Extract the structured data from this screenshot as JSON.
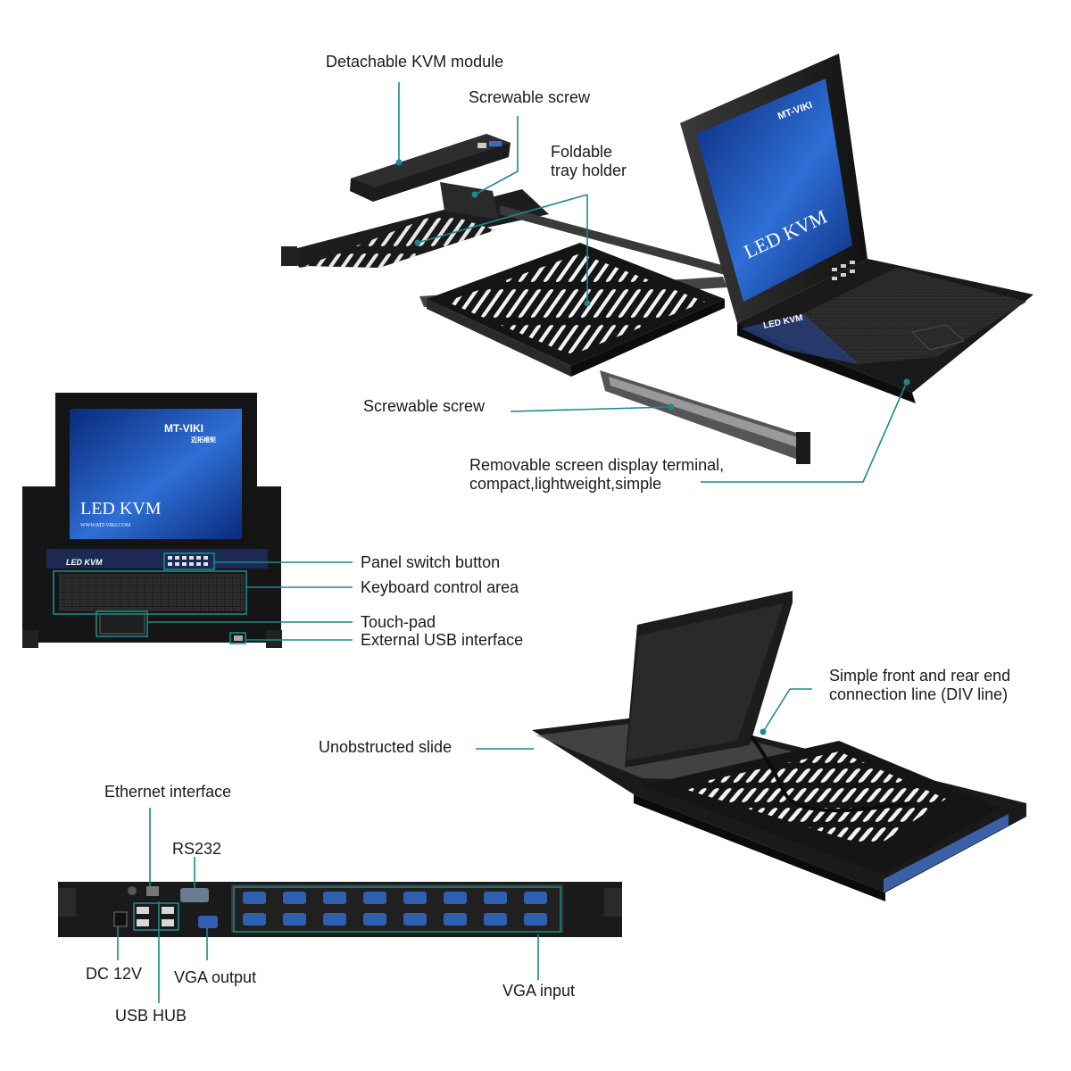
{
  "colors": {
    "leader": "#1a8a8a",
    "metal": "#1c1c1c",
    "metal_light": "#3a3a3a",
    "screen_dark": "#0a2a7a",
    "screen_light": "#2f6fd6",
    "port_blue": "#2f5fb0"
  },
  "screen": {
    "brand": "MT-VIKI",
    "brand_sub": "迈拓维矩",
    "title": "LED KVM",
    "url": "WWW.MT-VIKI.COM",
    "bezel_label": "LED KVM"
  },
  "callouts": {
    "detachable_module": "Detachable KVM module",
    "screw_top": "Screwable screw",
    "tray_line1": "Foldable",
    "tray_line2": "tray holder",
    "screw_mid": "Screwable screw",
    "removable_line1": "Removable screen display terminal,",
    "removable_line2": "compact,lightweight,simple",
    "panel_switch": "Panel switch button",
    "keyboard_area": "Keyboard control area",
    "touchpad": "Touch-pad",
    "usb_interface": "External USB interface",
    "div_line1": "Simple front and rear end",
    "div_line2": "connection line (DIV line)",
    "slide": "Unobstructed slide",
    "ethernet": "Ethernet interface",
    "rs232": "RS232",
    "dc": "DC 12V",
    "vga_output": "VGA output",
    "usb_hub": "USB HUB",
    "vga_input": "VGA input"
  }
}
